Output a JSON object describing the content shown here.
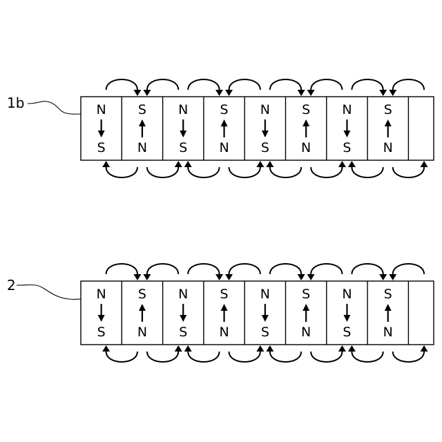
{
  "figures": [
    {
      "id": "1b",
      "label": "1b",
      "poles": [
        {
          "top": "N",
          "bottom": "S",
          "direction": "down"
        },
        {
          "top": "S",
          "bottom": "N",
          "direction": "up"
        },
        {
          "top": "N",
          "bottom": "S",
          "direction": "down"
        },
        {
          "top": "S",
          "bottom": "N",
          "direction": "up"
        },
        {
          "top": "N",
          "bottom": "S",
          "direction": "down"
        },
        {
          "top": "S",
          "bottom": "N",
          "direction": "up"
        },
        {
          "top": "N",
          "bottom": "S",
          "direction": "down"
        },
        {
          "top": "S",
          "bottom": "N",
          "direction": "up"
        }
      ]
    },
    {
      "id": "2",
      "label": "2",
      "poles": [
        {
          "top": "N",
          "bottom": "S",
          "direction": "down"
        },
        {
          "top": "S",
          "bottom": "N",
          "direction": "up"
        },
        {
          "top": "N",
          "bottom": "S",
          "direction": "down"
        },
        {
          "top": "S",
          "bottom": "N",
          "direction": "up"
        },
        {
          "top": "N",
          "bottom": "S",
          "direction": "down"
        },
        {
          "top": "S",
          "bottom": "N",
          "direction": "up"
        },
        {
          "top": "N",
          "bottom": "S",
          "direction": "down"
        },
        {
          "top": "S",
          "bottom": "N",
          "direction": "up"
        }
      ]
    }
  ]
}
